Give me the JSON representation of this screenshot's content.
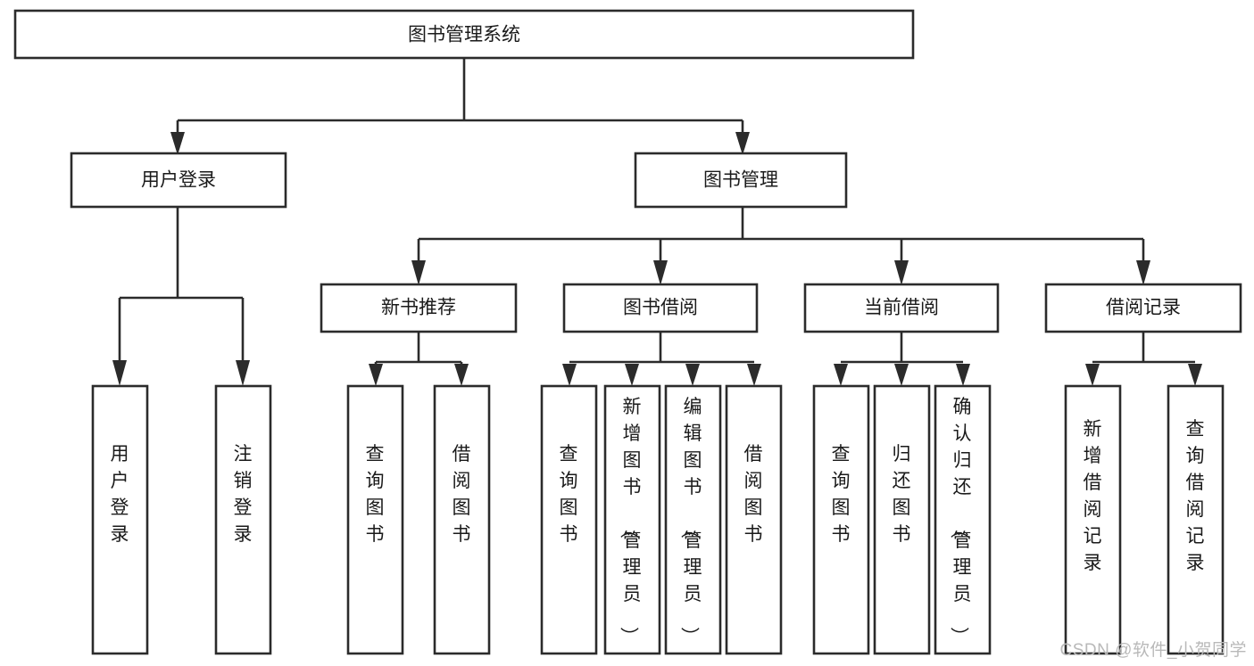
{
  "diagram": {
    "type": "tree-hierarchy",
    "title": "图书管理系统",
    "orientation": "top-down",
    "colors": {
      "box_fill": "#ffffff",
      "box_stroke": "#2b2b2b",
      "text": "#1a1a1a",
      "watermark": "#b9b9b9"
    },
    "levels": [
      {
        "level": 1,
        "nodes": [
          {
            "id": "root",
            "label": "图书管理系统",
            "orientation": "horizontal"
          }
        ]
      },
      {
        "level": 2,
        "nodes": [
          {
            "id": "user-login",
            "label": "用户登录",
            "orientation": "horizontal",
            "parent": "root"
          },
          {
            "id": "book-manage",
            "label": "图书管理",
            "orientation": "horizontal",
            "parent": "root"
          }
        ]
      },
      {
        "level": 3,
        "nodes": [
          {
            "id": "new-book-rec",
            "label": "新书推荐",
            "orientation": "horizontal",
            "parent": "book-manage"
          },
          {
            "id": "book-borrow",
            "label": "图书借阅",
            "orientation": "horizontal",
            "parent": "book-manage"
          },
          {
            "id": "current-borrow",
            "label": "当前借阅",
            "orientation": "horizontal",
            "parent": "book-manage"
          },
          {
            "id": "borrow-record",
            "label": "借阅记录",
            "orientation": "horizontal",
            "parent": "book-manage"
          }
        ]
      },
      {
        "level": 4,
        "nodes": [
          {
            "id": "leaf-user-login",
            "label": "用户登录",
            "orientation": "vertical",
            "parent": "user-login"
          },
          {
            "id": "leaf-logout",
            "label": "注销登录",
            "orientation": "vertical",
            "parent": "user-login"
          },
          {
            "id": "leaf-query-book-1",
            "label": "查询图书",
            "orientation": "vertical",
            "parent": "new-book-rec"
          },
          {
            "id": "leaf-borrow-book-1",
            "label": "借阅图书",
            "orientation": "vertical",
            "parent": "new-book-rec"
          },
          {
            "id": "leaf-query-book-2",
            "label": "查询图书",
            "orientation": "vertical",
            "parent": "book-borrow"
          },
          {
            "id": "leaf-add-book",
            "label": "新增图书（管理员）",
            "orientation": "vertical",
            "parent": "book-borrow"
          },
          {
            "id": "leaf-edit-book",
            "label": "编辑图书（管理员）",
            "orientation": "vertical",
            "parent": "book-borrow"
          },
          {
            "id": "leaf-borrow-book-2",
            "label": "借阅图书",
            "orientation": "vertical",
            "parent": "book-borrow"
          },
          {
            "id": "leaf-query-book-3",
            "label": "查询图书",
            "orientation": "vertical",
            "parent": "current-borrow"
          },
          {
            "id": "leaf-return-book",
            "label": "归还图书",
            "orientation": "vertical",
            "parent": "current-borrow"
          },
          {
            "id": "leaf-confirm-return",
            "label": "确认归还（管理员）",
            "orientation": "vertical",
            "parent": "current-borrow"
          },
          {
            "id": "leaf-add-record",
            "label": "新增借阅记录",
            "orientation": "vertical",
            "parent": "borrow-record"
          },
          {
            "id": "leaf-query-record",
            "label": "查询借阅记录",
            "orientation": "vertical",
            "parent": "borrow-record"
          }
        ]
      }
    ]
  },
  "watermark": {
    "text": "CSDN @软件_小贺同学"
  }
}
